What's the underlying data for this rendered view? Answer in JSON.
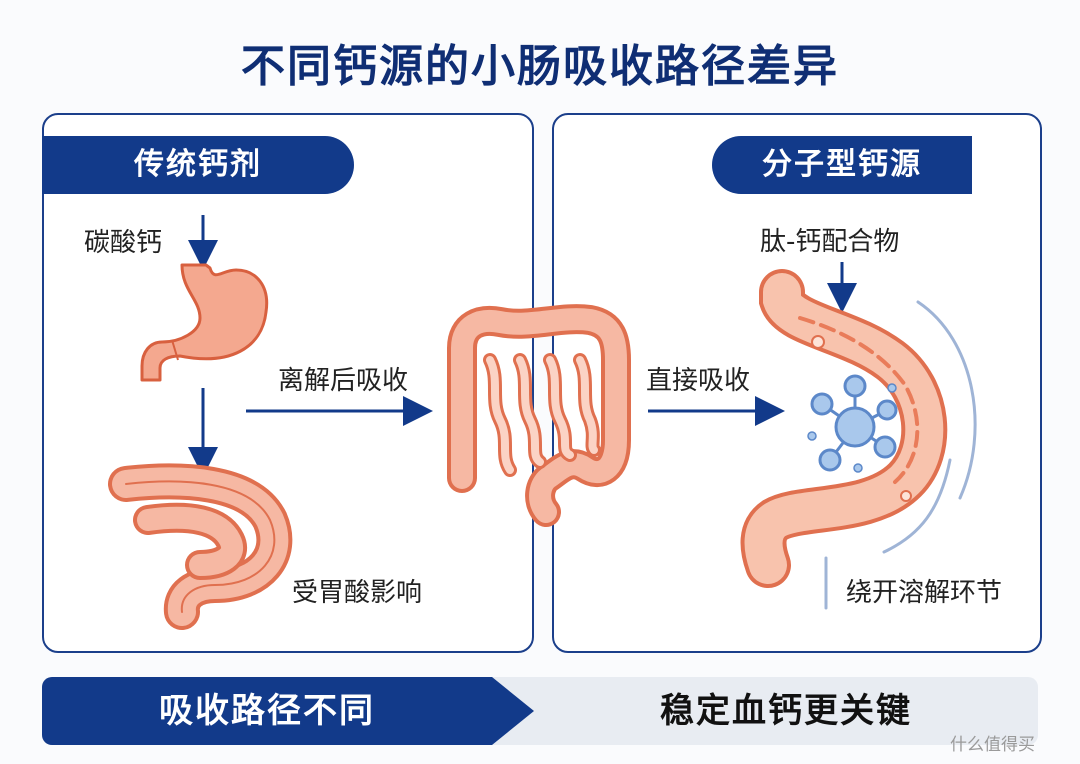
{
  "title": "不同钙源的小肠吸收路径差异",
  "left_panel": {
    "tag": "传统钙剂",
    "source_label": "碳酸钙",
    "path_label": "离解后吸收",
    "note_label": "受胃酸影响"
  },
  "right_panel": {
    "tag": "分子型钙源",
    "source_label": "肽-钙配合物",
    "path_label": "直接吸收",
    "note_label": "绕开溶解环节"
  },
  "bottom": {
    "left_text": "吸收路径不同",
    "right_text": "稳定血钙更关键"
  },
  "watermark": "什么值得买",
  "colors": {
    "title": "#0f2e74",
    "primary_blue": "#123a8a",
    "organ_fill": "#f4a88f",
    "organ_stroke": "#e0704f",
    "molecule": "#6f9fd8"
  }
}
